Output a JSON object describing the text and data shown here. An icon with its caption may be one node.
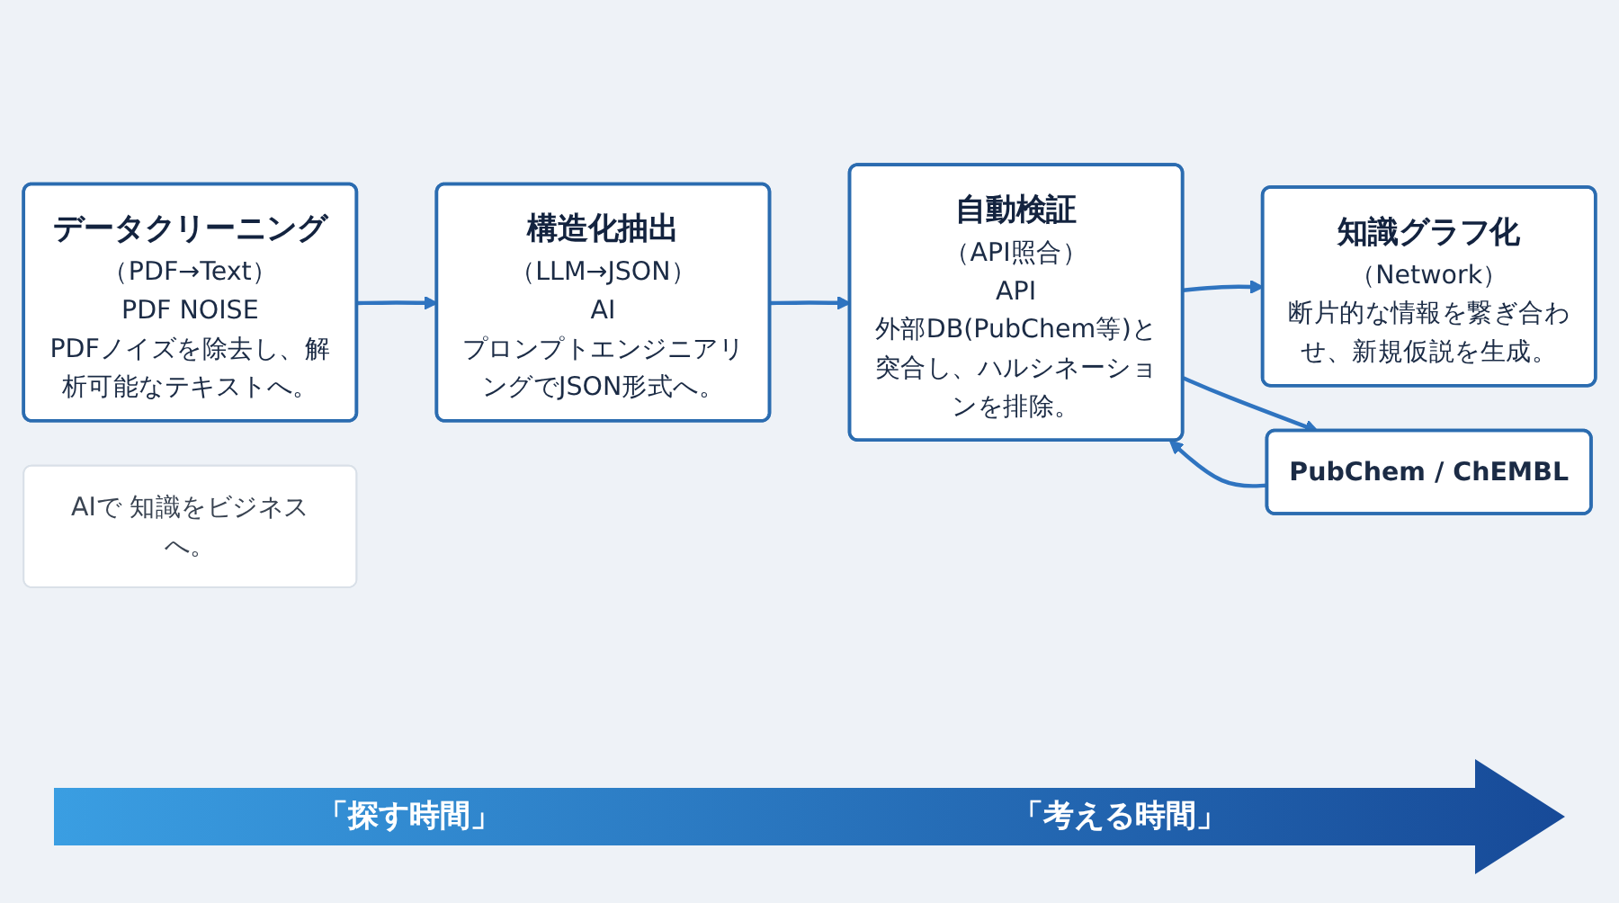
{
  "diagram": {
    "nodes": [
      {
        "text": [
          "データクリーニング",
          "（PDF→Text）",
          "PDF NOISE",
          "PDFノイズを除去し、解析可能なテキストへ。"
        ]
      },
      {
        "text": [
          "構造化抽出",
          "（LLM→JSON）",
          "AI",
          "プロンプトエンジニアリングでJSON形式へ。"
        ]
      },
      {
        "text": [
          "自動検証",
          "（API照合）",
          "API",
          "外部DB(PubChem等)と突合し、ハルシネーションを排除。"
        ]
      },
      {
        "text": [
          "知識グラフ化",
          "（Network）",
          "断片的な情報を繋ぎ合わせ、新規仮説を生成。"
        ]
      },
      {
        "text": [
          "PubChem / ChEMBL"
        ]
      },
      {
        "text": [
          "AIで 知識をビジネスへ。"
        ]
      }
    ],
    "edges": [
      {
        "from": 0,
        "to": 1,
        "arrow": "to"
      },
      {
        "from": 1,
        "to": 2,
        "arrow": "to"
      },
      {
        "from": 2,
        "to": 3,
        "arrow": "to"
      },
      {
        "from": 2,
        "to": 4,
        "arrow": "to"
      },
      {
        "from": 4,
        "to": 2,
        "arrow": "to"
      }
    ],
    "labels": [
      "「探す時間」",
      "「考える時間」"
    ]
  }
}
